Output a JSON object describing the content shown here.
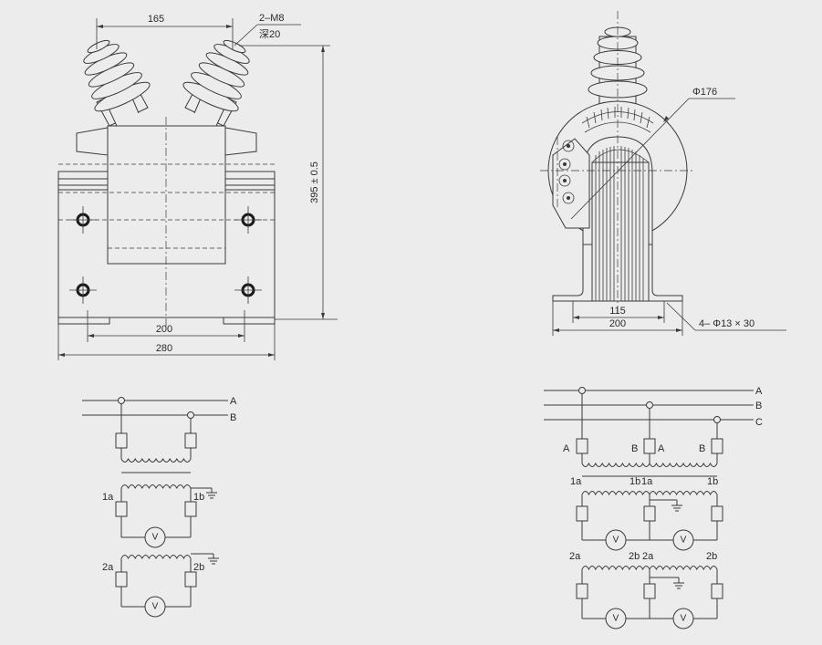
{
  "front_view": {
    "dims": {
      "top_spacing": "165",
      "thread_a": "2–M8",
      "thread_b": "深20",
      "height": "395 ± 0.5",
      "mount_spacing": "200",
      "base_width": "280"
    }
  },
  "side_view": {
    "dims": {
      "diameter": "Φ176",
      "inner_width": "115",
      "base_width": "200",
      "holes": "4– Φ13 × 30"
    }
  },
  "wiring_left": {
    "phases": [
      "A",
      "B"
    ],
    "winding1": [
      "1a",
      "1b"
    ],
    "winding2": [
      "2a",
      "2b"
    ],
    "meter": "V"
  },
  "wiring_right": {
    "phases": [
      "A",
      "B",
      "C"
    ],
    "primary_labels": [
      "A",
      "B",
      "A",
      "B"
    ],
    "winding1_labels": [
      "1a",
      "1b",
      "1a",
      "1b"
    ],
    "winding2_labels": [
      "2a",
      "2b",
      "2a",
      "2b"
    ],
    "meter": "V"
  },
  "colors": {
    "background": "#ececec",
    "line": "#3a3a3a"
  }
}
